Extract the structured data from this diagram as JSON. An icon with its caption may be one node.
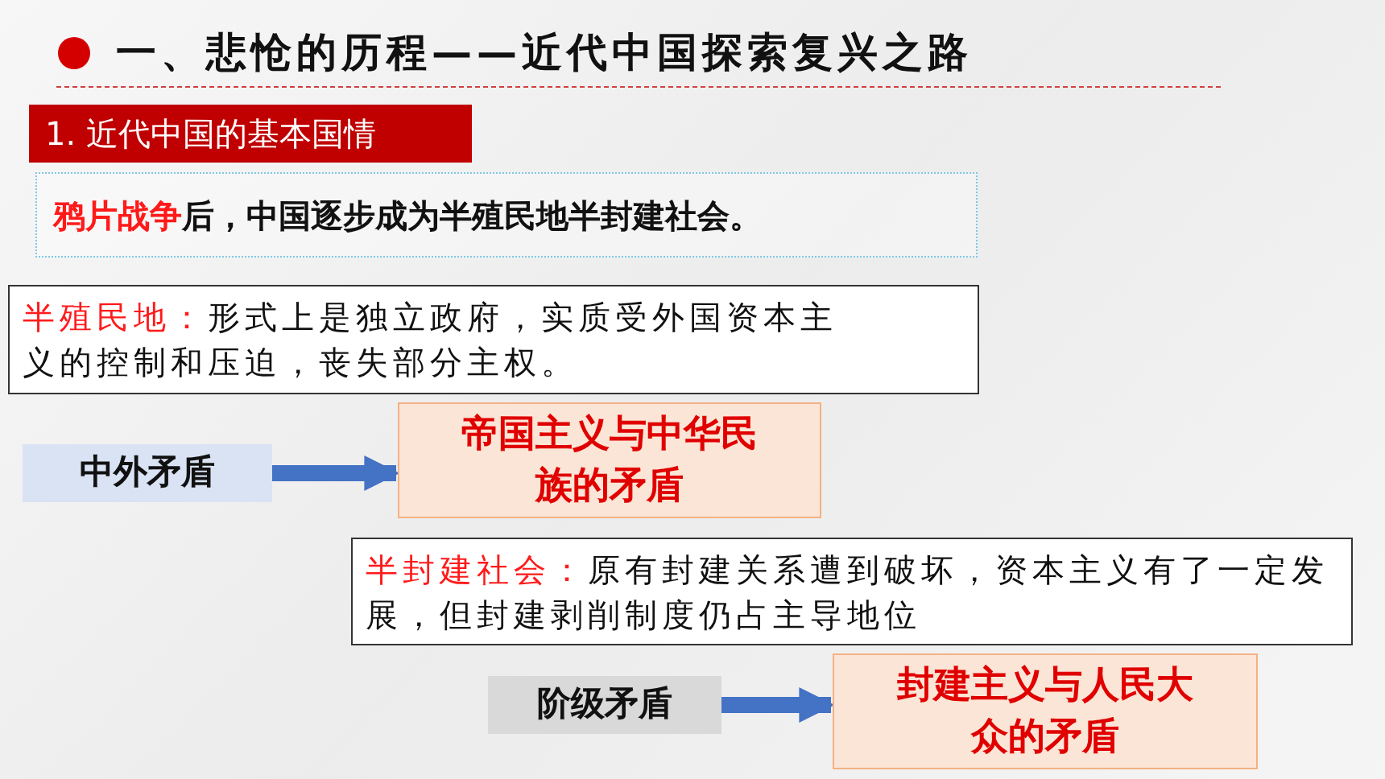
{
  "diagram": {
    "title": "一、悲怆的历程——近代中国探索复兴之路",
    "nodes": [
      {
        "text": [
          "1. 近代中国的基本国情"
        ]
      },
      {
        "text": [
          "鸦片战争",
          "后，中国逐步成为半殖民地半封建社会。"
        ]
      },
      {
        "text": [
          "半殖民地：",
          "形式上是独立政府，实质受外国资本主义的控制和压迫，丧失部分主权。"
        ]
      },
      {
        "text": [
          "中外矛盾"
        ]
      },
      {
        "text": [
          "帝国主义与中华民族的矛盾"
        ]
      },
      {
        "text": [
          "半封建社会：",
          "原有封建关系遭到破坏，资本主义有了一定发展，但封建剥削制度仍占主导地位"
        ]
      },
      {
        "text": [
          "阶级矛盾"
        ]
      },
      {
        "text": [
          "封建主义与人民大众的矛盾"
        ]
      }
    ],
    "edges": [
      {
        "from": 3,
        "to": 4,
        "arrow": "to"
      },
      {
        "from": 6,
        "to": 7,
        "arrow": "to"
      }
    ]
  }
}
